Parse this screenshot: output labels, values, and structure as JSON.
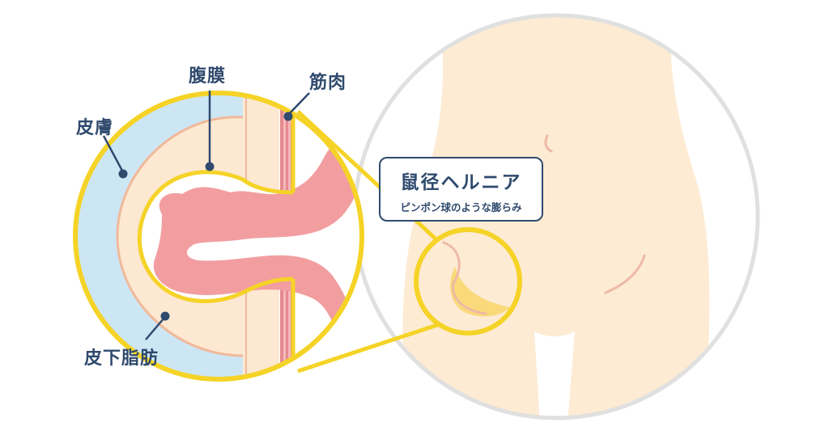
{
  "labels": {
    "peritoneum": "腹膜",
    "muscle": "筋肉",
    "skin": "皮膚",
    "subcutaneous_fat": "皮下脂肪"
  },
  "callout": {
    "title": "鼠径ヘルニア",
    "subtitle": "ピンポン球のような膨らみ"
  },
  "colors": {
    "outline_yellow": "#f5d327",
    "skin_layer": "#cde6f4",
    "fat_layer": "#fde8d2",
    "intestine": "#f29ea0",
    "muscle": "#e58a8f",
    "body": "#fdebd3",
    "circle_border": "#e0e0e0",
    "text": "#2f4a6d",
    "bulge": "#f8d66a"
  }
}
